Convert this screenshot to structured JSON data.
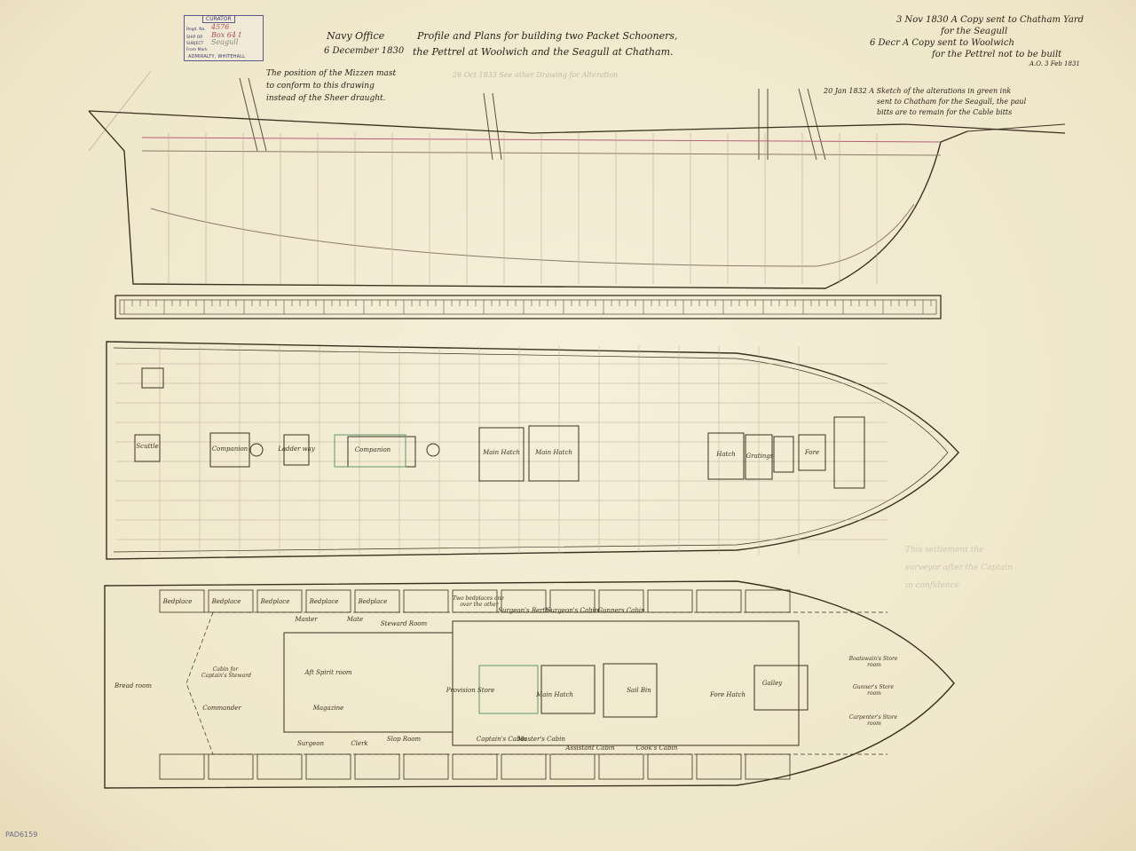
{
  "stamp": {
    "header": "CURATOR",
    "regd_label": "Regd. No.",
    "regd_value": "4576",
    "ship_label": "SHIP OR",
    "ship_value": "Box 64 I",
    "subject_label": "SUBJECT",
    "subject_value": "Seagull",
    "from_label": "From Mark",
    "footer": "ADMIRALTY, WHITEHALL"
  },
  "title": {
    "office": "Navy Office",
    "date": "6 December 1830",
    "line1": "Profile and Plans for building two Packet Schooners,",
    "line2": "the Pettrel at Woolwich and the Seagull at Chatham."
  },
  "notes": {
    "mizzen": [
      "The position of the Mizzen mast",
      "to conform to this drawing",
      "instead of the Sheer draught."
    ],
    "faint_note": "26 Oct 1833 See other Drawing for Alteration",
    "copies": [
      "3 Nov 1830 A Copy sent to Chatham Yard",
      "for the Seagull",
      "6 Decr  A Copy sent to Woolwich",
      "for the Pettrel  not to be built",
      "A.O. 3 Feb 1831"
    ],
    "sketch": [
      "20 Jan 1832 A Sketch of the alterations in green ink",
      "sent to Chatham for the Seagull, the paul",
      "bitts are to remain for the Cable bitts"
    ],
    "faint_right": [
      "This settlement the",
      "surveyor after the Captain",
      "in confidence"
    ]
  },
  "deck_labels": [
    "Scuttle",
    "Companion",
    "Ladder way",
    "Companion",
    "Main Hatch",
    "Main Hatch",
    "Hatch",
    "Gratings",
    "Fore"
  ],
  "lower_labels": [
    "Bedplace",
    "Bedplace",
    "Bedplace",
    "Bedplace",
    "Bedplace",
    "Two bedplaces one over the other",
    "Surgeon's Berth",
    "Surgeon's Cabin",
    "Gunners Cabin",
    "Master",
    "Mate",
    "Steward Room",
    "Bread room",
    "Cabin for Captain's Steward",
    "Aft Spirit room",
    "Magazine",
    "Provision Store",
    "Main Hatch",
    "Sail Bin",
    "Fore Hatch",
    "Galley",
    "Boatswain's Store room",
    "Gunner's Store room",
    "Carpenter's Store room",
    "Commander",
    "Surgeon",
    "Clerk",
    "Slop Room",
    "Captain's Cabin",
    "Master's Cabin",
    "Assistant Cabin",
    "Cook's Cabin"
  ],
  "reference": "PAD6159"
}
